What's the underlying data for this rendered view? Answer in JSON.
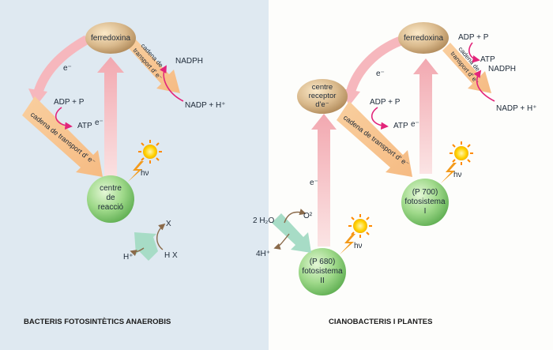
{
  "left_panel": {
    "caption": "BACTERIS FOTOSINTÈTICS ANAEROBIS",
    "ferredoxin_label": "ferredoxina",
    "reaction_center_lines": [
      "centre",
      "de",
      "reacció"
    ],
    "chain_upper_lines": [
      "cadena de",
      "transport d' e⁻"
    ],
    "chain_lower": "cadena de transport d' e⁻",
    "electron_up": "e⁻",
    "electron_back": "e⁻",
    "nadph": "NADPH",
    "nadp": "NADP + H⁺",
    "adp": "ADP + P",
    "atp": "ATP",
    "hv": "hν",
    "x": "X",
    "hplus": "H⁺",
    "hx": "H X"
  },
  "right_panel": {
    "caption": "CIANOBACTERIS I PLANTES",
    "ferredoxin_label": "ferredoxina",
    "acceptor_lines": [
      "centre",
      "receptor",
      "d'e⁻"
    ],
    "ps1_lines": [
      "(P 700)",
      "fotosistema",
      "I"
    ],
    "ps2_lines": [
      "(P 680)",
      "fotosistema",
      "II"
    ],
    "chain_upper_lines": [
      "cadena de",
      "transport d' e⁻"
    ],
    "chain_middle": "cadena de transport d' e⁻",
    "electron_ps2": "e⁻",
    "electron_ps1": "e⁻",
    "electron_back": "e⁻",
    "adp_top": "ADP + P",
    "atp_top": "ATP",
    "nadph": "NADPH",
    "nadp": "NADP + H⁺",
    "adp_mid": "ADP + P",
    "atp_mid": "ATP",
    "water": "2 H₂O",
    "oxygen": "O²",
    "protons": "4H⁺",
    "hv_ps1": "hν",
    "hv_ps2": "hν"
  },
  "colors": {
    "left_background": "#dfe9f1",
    "ferredoxin": "#d9b98c",
    "photosystem_green": "#8fd17e",
    "electron_arrow_pink": "#f6b7bd",
    "chain_arrow_orange": "#f8c89a",
    "reaction_arrow_pink": "#e2257a",
    "reductant_arrow_green": "#a7dcc6",
    "sun_yellow": "#ffd200",
    "lightning_orange": "#f39a1b"
  }
}
